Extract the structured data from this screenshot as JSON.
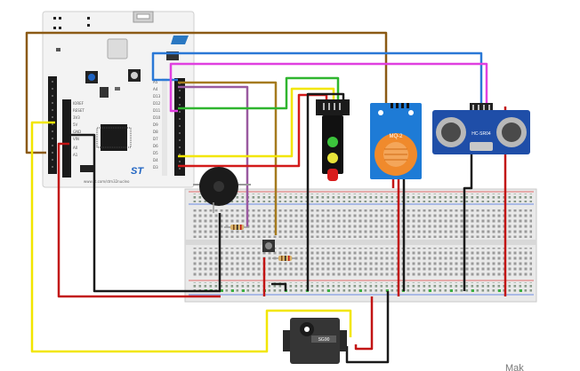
{
  "board": {
    "st_logo": "ST",
    "url_text": "www.st.com/stm32nucleo"
  },
  "sensors": {
    "gas_sensor_label": "MQ-2",
    "ultrasonic_label": "HC-SR04"
  },
  "servo": {
    "label": "SG90"
  },
  "watermark": "Mak"
}
